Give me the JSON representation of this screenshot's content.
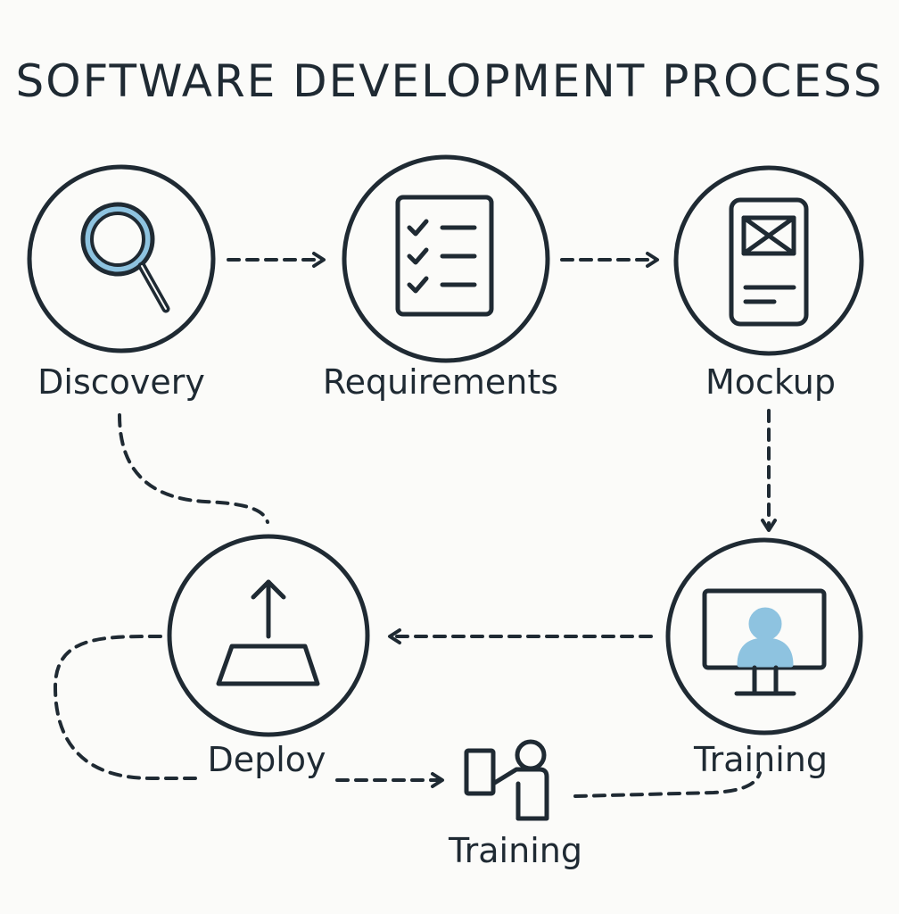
{
  "title": "SOFTWARE DEVELOPMENT PROCESS",
  "colors": {
    "ink": "#1f2a33",
    "accent": "#8ec3e0",
    "background": "#fbfbf9"
  },
  "nodes": [
    {
      "id": "discovery",
      "label": "Discovery",
      "icon": "magnifier-icon"
    },
    {
      "id": "requirements",
      "label": "Requirements",
      "icon": "checklist-icon"
    },
    {
      "id": "mockup",
      "label": "Mockup",
      "icon": "mobile-wireframe-icon"
    },
    {
      "id": "training-monitor",
      "label": "Training",
      "icon": "monitor-person-icon"
    },
    {
      "id": "deploy",
      "label": "Deploy",
      "icon": "upload-tray-icon"
    },
    {
      "id": "training-presenter",
      "label": "Training",
      "icon": "presenter-icon"
    }
  ],
  "edges": [
    {
      "from": "discovery",
      "to": "requirements"
    },
    {
      "from": "requirements",
      "to": "mockup"
    },
    {
      "from": "mockup",
      "to": "training-monitor"
    },
    {
      "from": "training-monitor",
      "to": "deploy"
    },
    {
      "from": "deploy",
      "to": "training-presenter"
    },
    {
      "from": "training-presenter",
      "to": "training-monitor"
    },
    {
      "from": "discovery",
      "to": "deploy"
    }
  ]
}
